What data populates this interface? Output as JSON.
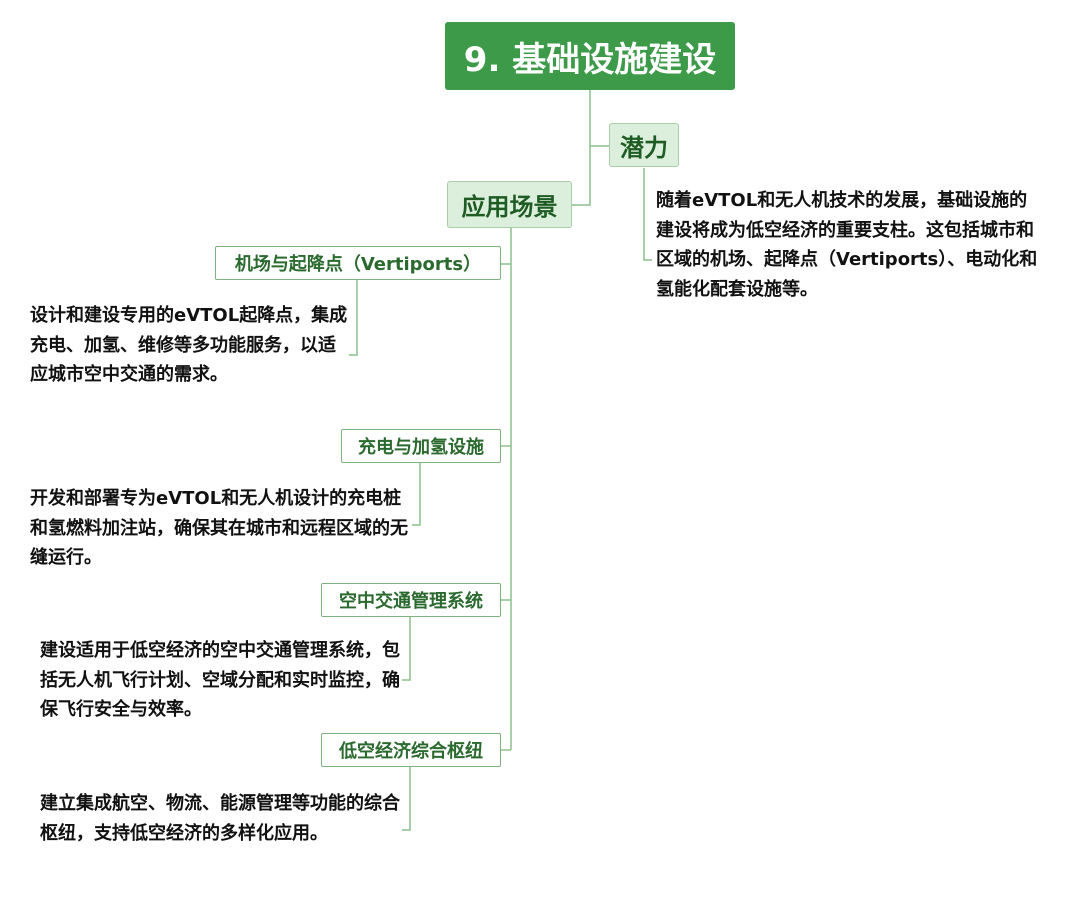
{
  "root": {
    "title": "9. 基础设施建设"
  },
  "potential": {
    "label": "潜力",
    "text": "随着eVTOL和无人机技术的发展，基础设施的建设将成为低空经济的重要支柱。这包括城市和区域的机场、起降点（Vertiports）、电动化和氢能化配套设施等。"
  },
  "scenarios": {
    "label": "应用场景",
    "items": [
      {
        "label": "机场与起降点（Vertiports）",
        "text": "设计和建设专用的eVTOL起降点，集成充电、加氢、维修等多功能服务，以适应城市空中交通的需求。"
      },
      {
        "label": "充电与加氢设施",
        "text": "开发和部署专为eVTOL和无人机设计的充电桩和氢燃料加注站，确保其在城市和远程区域的无缝运行。"
      },
      {
        "label": "空中交通管理系统",
        "text": "建设适用于低空经济的空中交通管理系统，包括无人机飞行计划、空域分配和实时监控，确保飞行安全与效率。"
      },
      {
        "label": "低空经济综合枢纽",
        "text": "建立集成航空、物流、能源管理等功能的综合枢纽，支持低空经济的多样化应用。"
      }
    ]
  },
  "colors": {
    "root": "#3c9a49",
    "main_fill": "#dcefdc",
    "sub_border": "#7fb27f",
    "line": "#8cc08c"
  }
}
